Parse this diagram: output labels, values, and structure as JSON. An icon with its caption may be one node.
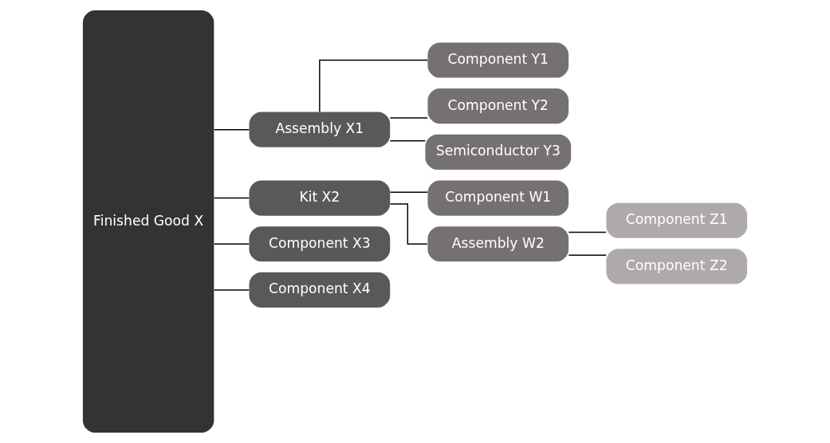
{
  "diagram": {
    "nodes": [
      {
        "text": [
          "Finished Good X"
        ]
      },
      {
        "text": [
          "Assembly X1"
        ]
      },
      {
        "text": [
          "Component Y1"
        ]
      },
      {
        "text": [
          "Component Y2"
        ]
      },
      {
        "text": [
          "Semiconductor Y3"
        ]
      },
      {
        "text": [
          "Kit X2"
        ]
      },
      {
        "text": [
          "Component W1"
        ]
      },
      {
        "text": [
          "Assembly W2"
        ]
      },
      {
        "text": [
          "Component Z1"
        ]
      },
      {
        "text": [
          "Component Z2"
        ]
      },
      {
        "text": [
          "Component X3"
        ]
      },
      {
        "text": [
          "Component X4"
        ]
      }
    ],
    "edges": [
      {
        "from": 0,
        "to": 1,
        "arrow": "none"
      },
      {
        "from": 0,
        "to": 5,
        "arrow": "none"
      },
      {
        "from": 0,
        "to": 10,
        "arrow": "none"
      },
      {
        "from": 0,
        "to": 11,
        "arrow": "none"
      },
      {
        "from": 1,
        "to": 2,
        "arrow": "none"
      },
      {
        "from": 1,
        "to": 3,
        "arrow": "none"
      },
      {
        "from": 1,
        "to": 4,
        "arrow": "none"
      },
      {
        "from": 5,
        "to": 6,
        "arrow": "none"
      },
      {
        "from": 5,
        "to": 7,
        "arrow": "none"
      },
      {
        "from": 7,
        "to": 8,
        "arrow": "none"
      },
      {
        "from": 7,
        "to": 9,
        "arrow": "none"
      }
    ]
  }
}
